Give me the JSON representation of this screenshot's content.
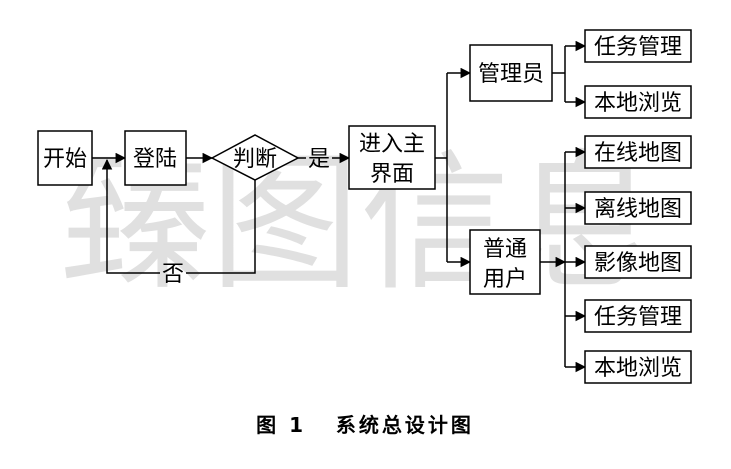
{
  "nodes": {
    "start": "开始",
    "login": "登陆",
    "judge": "判断",
    "main_line1": "进入主",
    "main_line2": "界面",
    "admin": "管理员",
    "admin_task": "任务管理",
    "admin_browse": "本地浏览",
    "user_line1": "普通",
    "user_line2": "用户",
    "online_map": "在线地图",
    "offline_map": "离线地图",
    "image_map": "影像地图",
    "user_task": "任务管理",
    "user_browse": "本地浏览"
  },
  "edges": {
    "yes": "是",
    "no": "否"
  },
  "watermark": "臻图信息",
  "caption": "图 1   系统总设计图"
}
